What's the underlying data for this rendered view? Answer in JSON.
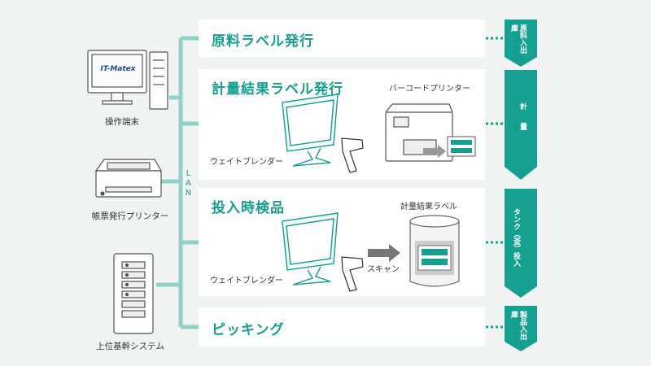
{
  "network": {
    "lan_label": "LAN"
  },
  "devices": {
    "terminal": {
      "label": "操作端末",
      "screen_text": "IT-Matex"
    },
    "form_printer": {
      "label": "帳票発行プリンター"
    },
    "core_system": {
      "label": "上位基幹システム"
    }
  },
  "processes": [
    {
      "title": "原料ラベル発行"
    },
    {
      "title": "計量結果ラベル発行",
      "sub_labels": [
        "バーコードプリンター",
        "ウェイトブレンダー"
      ]
    },
    {
      "title": "投入時検品",
      "sub_labels": [
        "計量結果ラベル",
        "スキャン",
        "ウェイトブレンダー"
      ]
    },
    {
      "title": "ピッキング"
    }
  ],
  "tags": [
    {
      "text": "原料入出庫"
    },
    {
      "text": "計量"
    },
    {
      "text": "タンク（釜）投入"
    },
    {
      "text": "製品入出庫"
    }
  ],
  "colors": {
    "accent": "#14a08e",
    "accent_light": "#8fd1c8",
    "background": "#f1f2f2",
    "panel": "#ffffff"
  }
}
